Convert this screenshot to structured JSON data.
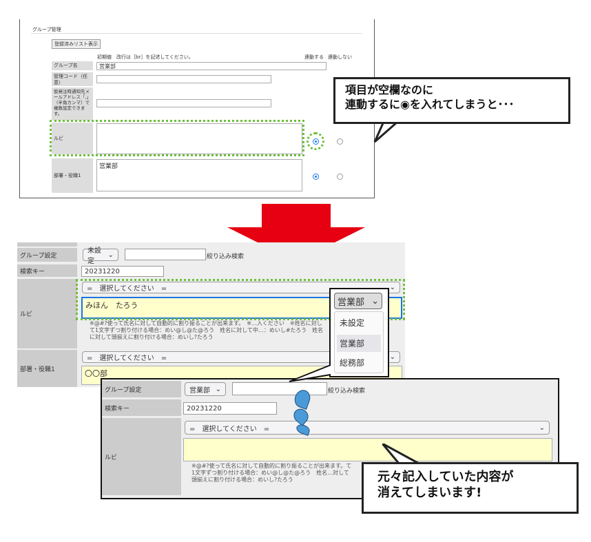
{
  "panel1": {
    "section_title": "グループ管理",
    "list_button": "登録済みリスト表示",
    "hint": "初期値　改行は［br］を記述してください。",
    "col_link": "連動する",
    "col_nolink": "連動しない",
    "rows": [
      {
        "label": "グループ名",
        "value": "営業部"
      },
      {
        "label": "管理コード（任意）",
        "value": ""
      },
      {
        "label": "仮発注時通知先メールアドレス「,」（半角カンマ）で複数設定できます。",
        "value": ""
      },
      {
        "label": "ルビ",
        "value": ""
      },
      {
        "label": "部署・役職1",
        "value": "営業部"
      }
    ]
  },
  "callout1": {
    "line1": "項目が空欄なのに",
    "line2": "連動するに◉を入れてしまうと･･･"
  },
  "panel2": {
    "group_label": "グループ設定",
    "group_value": "未設定",
    "filter_label": "絞り込み検索",
    "key_label": "検索キー",
    "key_value": "20231220",
    "ruby_label": "ルビ",
    "select_placeholder": "=　選択してください　=",
    "ruby_value": "みほん　たろう",
    "note": "※@#?使って氏名に対して自動的に割り振ることが出来ます。　※…入ください　※姓名に対して1文字ずつ割り付ける場合：めい@し@た@ろう　姓名に対して中…：めいし#たろう　姓名に対して頭揃えに割り付ける場合：めいし?たろう",
    "dept_label": "部署・役職1",
    "dept_value": "〇〇部"
  },
  "dropdown": {
    "selected": "営業部",
    "options": [
      "未設定",
      "営業部",
      "総務部"
    ]
  },
  "panel3": {
    "group_label": "グループ設定",
    "group_value": "営業部",
    "filter_label": "絞り込み検索",
    "key_label": "検索キー",
    "key_value": "20231220",
    "ruby_label": "ルビ",
    "select_placeholder": "=　選択してください　=",
    "ruby_value": "",
    "note": "※@#?使って氏名に対して自動的に割り振ることが出来ます。て1文字ずつ割り付ける場合：めい@し@た@ろう　姓名…対して頭揃えに割り付ける場合：めいし?たろう"
  },
  "callout2": {
    "line1": "元々記入していた内容が",
    "line2": "消えてしまいます!"
  },
  "colors": {
    "accent_green": "#6cbf3a",
    "arrow_red": "#e60012",
    "drop_blue": "#4a9ad8"
  }
}
